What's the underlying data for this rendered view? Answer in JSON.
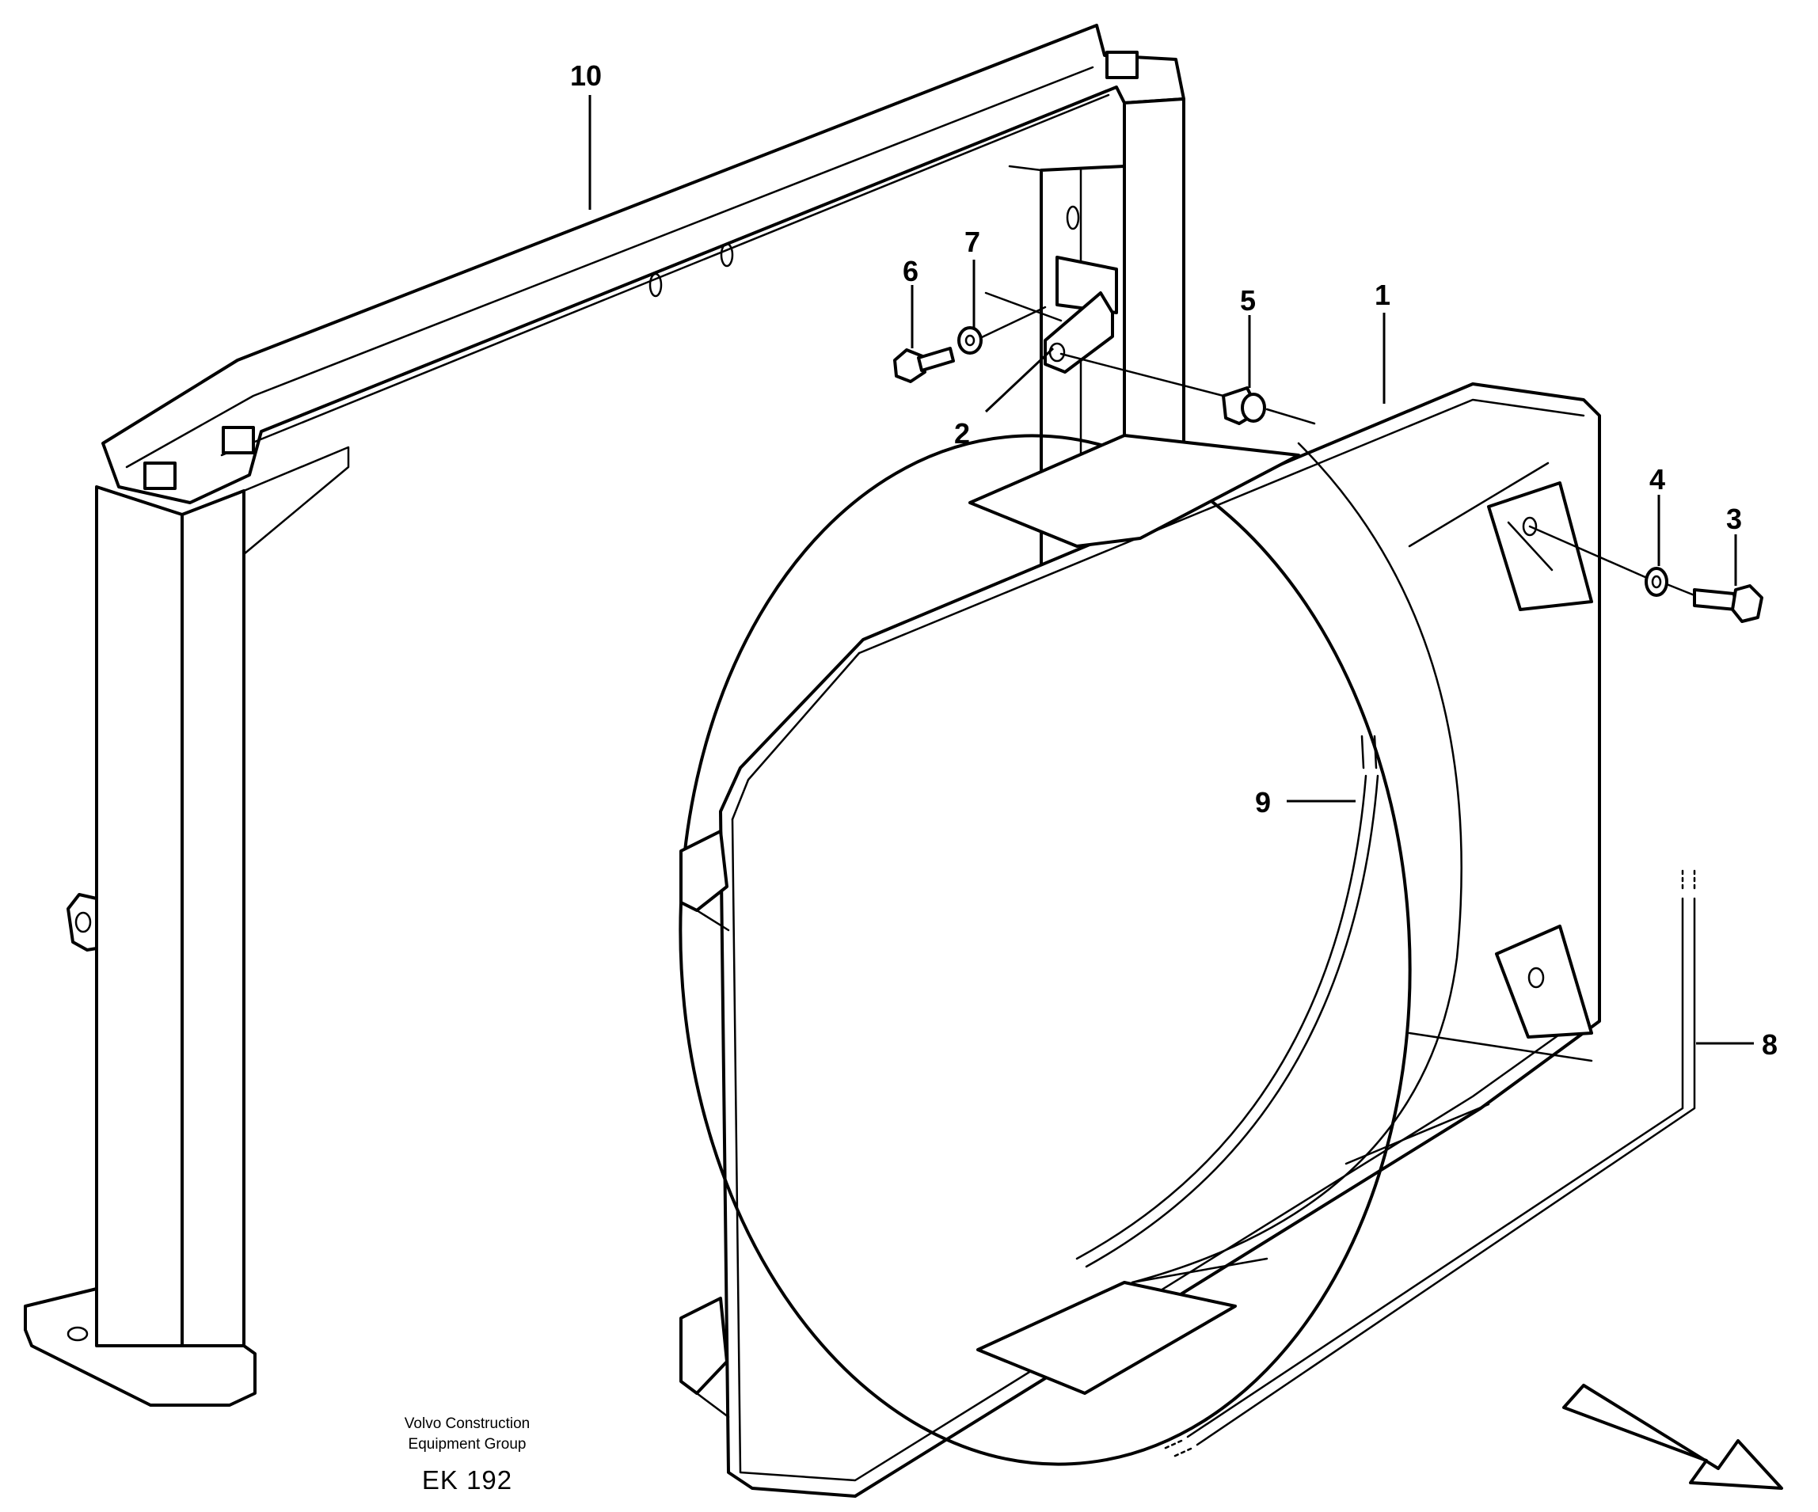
{
  "callouts": {
    "c1": "1",
    "c2": "2",
    "c3": "3",
    "c4": "4",
    "c5": "5",
    "c6": "6",
    "c7": "7",
    "c8": "8",
    "c9": "9",
    "c10": "10"
  },
  "caption": {
    "line1": "Volvo Construction",
    "line2": "Equipment Group",
    "code": "EK 192"
  }
}
